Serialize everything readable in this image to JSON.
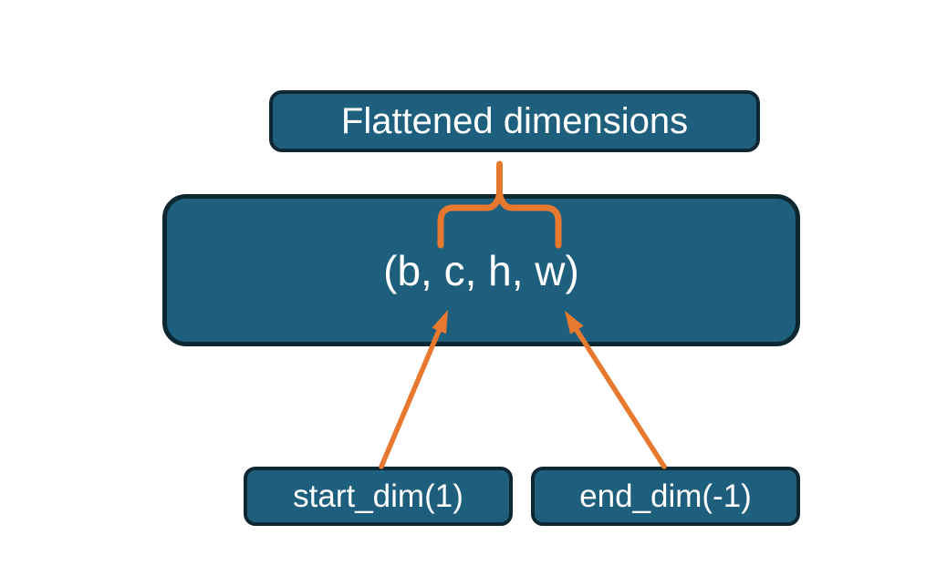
{
  "colors": {
    "box_fill": "#1f5f7e",
    "box_border": "#0d2733",
    "accent_orange": "#e7792f",
    "text_color": "#ffffff",
    "background": "#ffffff"
  },
  "diagram": {
    "top_label": "Flattened dimensions",
    "tensor_shape": "(b, c, h, w)",
    "start_dim_label": "start_dim(1)",
    "end_dim_label": "end_dim(-1)"
  }
}
